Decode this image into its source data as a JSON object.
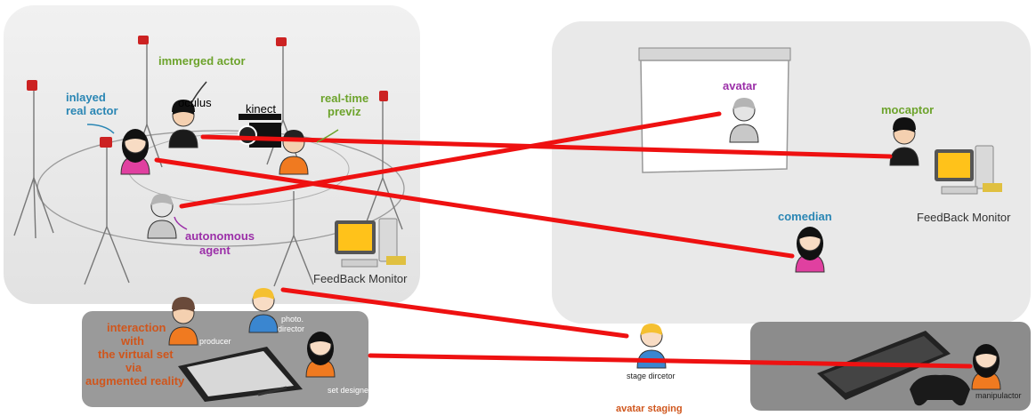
{
  "labels": {
    "immerged_actor": "immerged actor",
    "oculus": "oculus",
    "kinect": "kinect",
    "inlayed_real_actor_1": "inlayed",
    "inlayed_real_actor_2": "real actor",
    "real_time_previz_1": "real-time",
    "real_time_previz_2": "previz",
    "autonomous_agent_1": "autonomous",
    "autonomous_agent_2": "agent",
    "feedback_monitor_left": "FeedBack Monitor",
    "avatar": "avatar",
    "mocaptor": "mocaptor",
    "feedback_monitor_right": "FeedBack Monitor",
    "comedian": "comedian",
    "interaction_1": "interaction",
    "interaction_2": "with",
    "interaction_3": "the virtual set",
    "interaction_4": "via",
    "interaction_5": "augmented reality",
    "producer": "producer",
    "photo_director_1": "photo.",
    "photo_director_2": "director",
    "set_designer": "set designer",
    "stage_director": "stage dircetor",
    "avatar_staging": "avatar staging",
    "manipulactor": "manipulactor"
  },
  "colors": {
    "link": "#ee1111",
    "green_label": "#6da32c",
    "blue_label": "#2a86b4",
    "purple_label": "#9b2fa8",
    "orange_label": "#d0561c"
  }
}
